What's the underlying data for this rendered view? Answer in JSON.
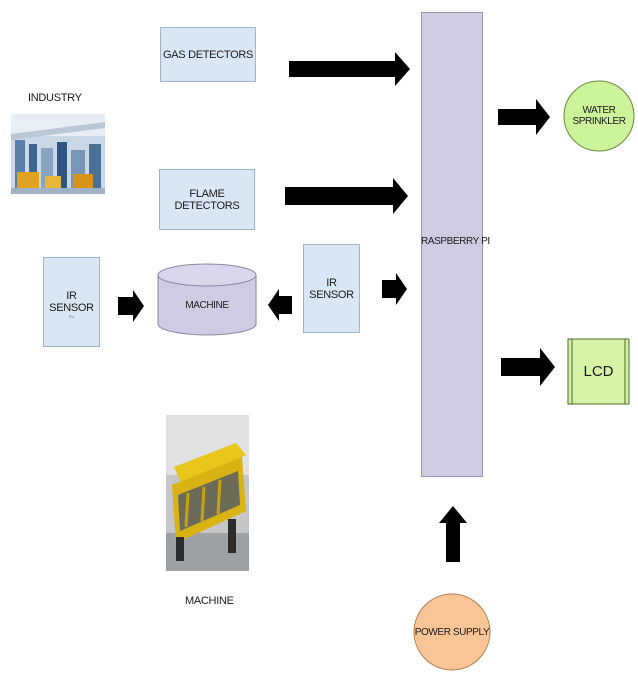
{
  "nodes": {
    "gas_detectors": "GAS DETECTORS",
    "flame_detectors": "FLAME DETECTORS",
    "ir_sensor_left": "IR SENSOR",
    "ir_sensor_left_sub": "Fu",
    "ir_sensor_right": "IR SENSOR",
    "machine": "MACHINE",
    "raspberry_pi": "RASPBERRY PI",
    "water_sprinkler": "WATER SPRINKLER",
    "lcd": "LCD",
    "power_supply": "POWER SUPPLY"
  },
  "captions": {
    "industry": "INDUSTRY",
    "machine_photo": "MACHINE"
  },
  "colors": {
    "box_fill": "#d9e6f4",
    "processor_fill": "#cfcbe3",
    "sprinkler_fill": "#ccf29a",
    "lcd_fill": "#d6f2a6",
    "power_fill": "#f9c597",
    "arrow": "#000000"
  }
}
